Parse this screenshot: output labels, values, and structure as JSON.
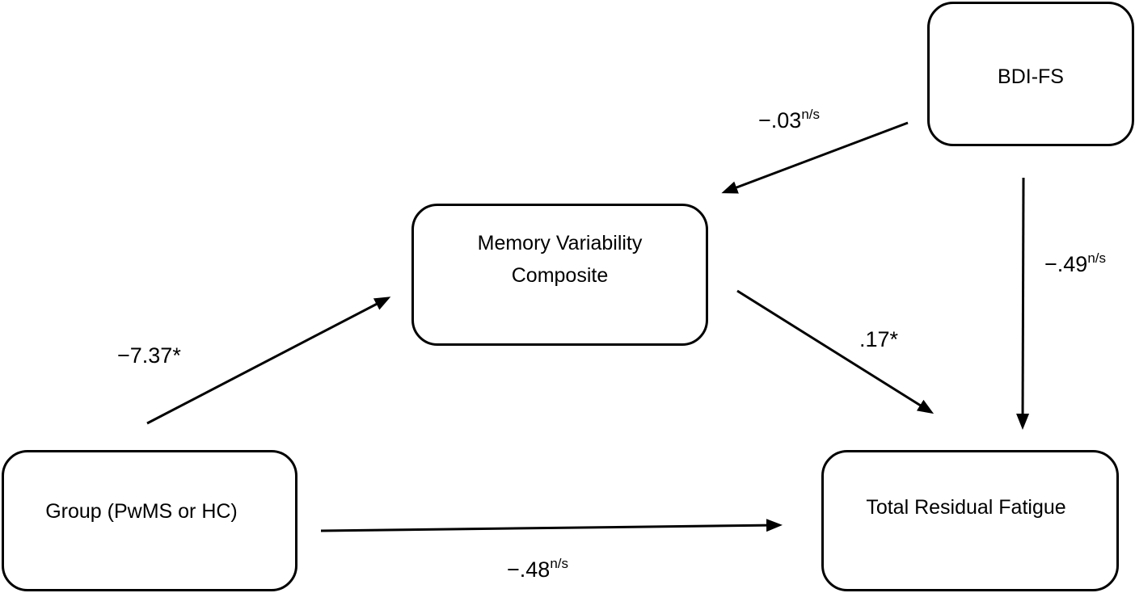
{
  "diagram": {
    "type": "path-mediation-model",
    "nodes": {
      "bdi": {
        "label": "BDI-FS"
      },
      "memory": {
        "label": "Memory Variability\nComposite"
      },
      "group": {
        "label": "Group (PwMS or HC)"
      },
      "fatigue": {
        "label": "Total Residual Fatigue"
      }
    },
    "edges": [
      {
        "id": "group-memory",
        "from": "Group (PwMS or HC)",
        "to": "Memory Variability Composite",
        "value": "−7.37",
        "significance": "*"
      },
      {
        "id": "bdi-memory",
        "from": "BDI-FS",
        "to": "Memory Variability Composite",
        "value": "−.03",
        "significance": "n/s"
      },
      {
        "id": "bdi-fatigue",
        "from": "BDI-FS",
        "to": "Total Residual Fatigue",
        "value": "−.49",
        "significance": "n/s"
      },
      {
        "id": "memory-fatigue",
        "from": "Memory Variability Composite",
        "to": "Total Residual Fatigue",
        "value": ".17",
        "significance": "*"
      },
      {
        "id": "group-fatigue",
        "from": "Group (PwMS or HC)",
        "to": "Total Residual Fatigue",
        "value": "−.48",
        "significance": "n/s"
      }
    ],
    "colors": {
      "stroke": "#000000",
      "background": "#ffffff"
    }
  }
}
